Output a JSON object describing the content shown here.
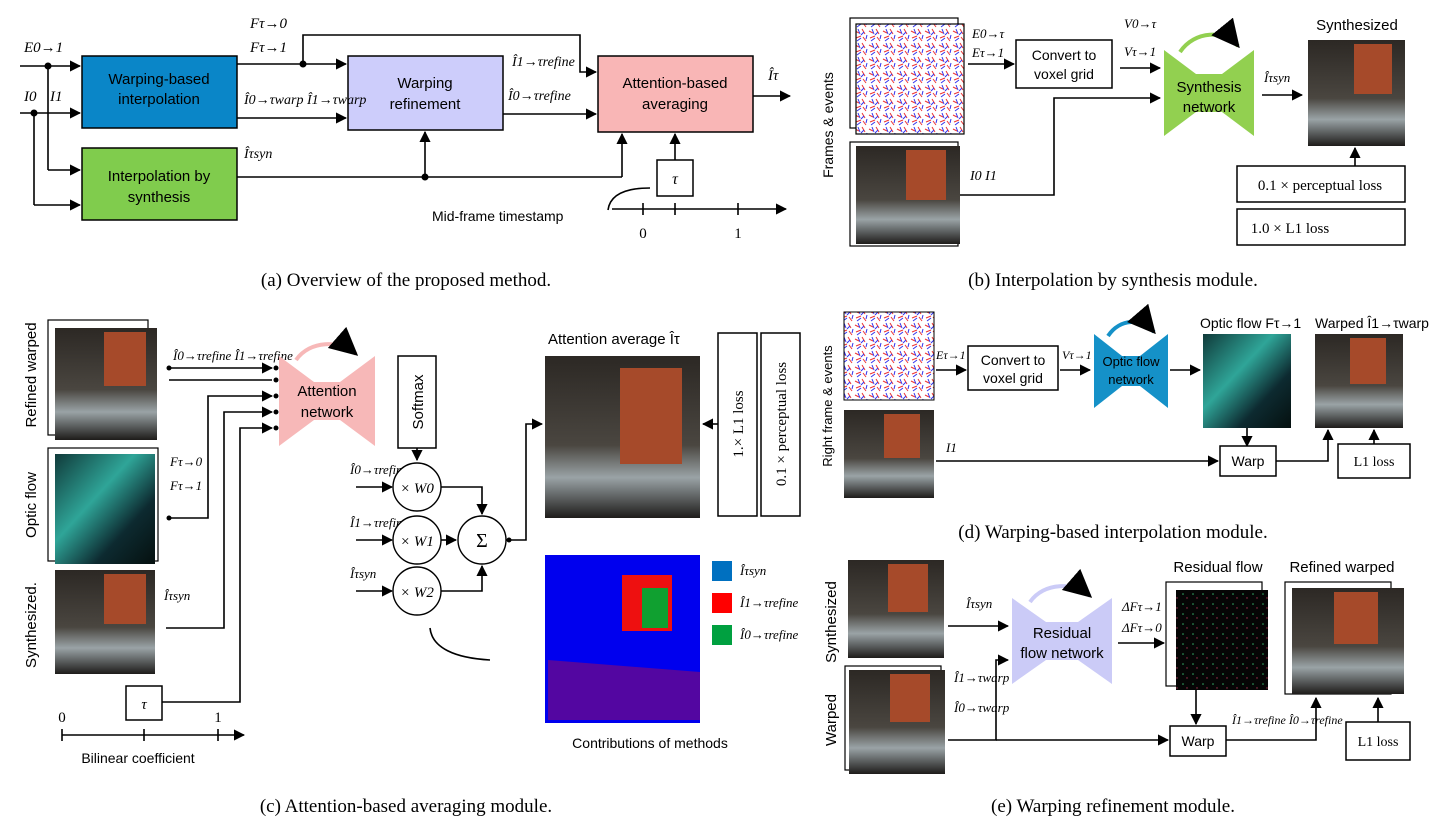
{
  "colors": {
    "warp_box": "#0a86c8",
    "refine_box": "#cdcdfb",
    "attention_box": "#f9b6b6",
    "synthesis_box": "#80cc4d",
    "synth_net": "#92d050",
    "flow_net": "#1591c8",
    "attention_net": "#f7b8b8",
    "residual_net": "#cbcbf7",
    "legend_syn": "#0070c0",
    "legend_refine_1": "#ff0000",
    "legend_refine_0": "#00a040"
  },
  "panel_a": {
    "caption": "(a) Overview of the proposed method.",
    "in_events": "E0→1",
    "in_I0": "I0",
    "in_I1": "I1",
    "warp_box": [
      "Warping-based",
      "interpolation"
    ],
    "synth_box": [
      "Interpolation by",
      "synthesis"
    ],
    "refine_box": [
      "Warping",
      "refinement"
    ],
    "attn_box": [
      "Attention-based",
      "averaging"
    ],
    "flow_labels": [
      "Fτ→0",
      "Fτ→1"
    ],
    "warp_out": "Î0→τwarp Î1→τwarp",
    "syn_out": "Îτsyn",
    "refine_out_1": "Î1→τrefine",
    "refine_out_0": "Î0→τrefine",
    "final_out": "Îτ",
    "tau": "τ",
    "mid_frame": "Mid-frame timestamp",
    "ticks": [
      "0",
      "1"
    ]
  },
  "panel_b": {
    "caption": "(b) Interpolation by synthesis module.",
    "side_label": "Frames & events",
    "events": [
      "E0→τ",
      "Eτ→1"
    ],
    "frames": "I0  I1",
    "voxel_box": [
      "Convert to",
      "voxel grid"
    ],
    "voxels": [
      "V0→τ",
      "Vτ→1"
    ],
    "network": [
      "Synthesis",
      "network"
    ],
    "out": "Îτsyn",
    "out_title": "Synthesized",
    "loss1": "0.1 × perceptual loss",
    "loss2": "1.0 × L1 loss"
  },
  "panel_c": {
    "caption": "(c) Attention-based averaging module.",
    "side_labels": [
      "Refined warped",
      "Optic flow",
      "Synthesized."
    ],
    "refined_inputs": "Î0→τrefine Î1→τrefine",
    "flows": [
      "Fτ→0",
      "Fτ→1"
    ],
    "syn_input": "Îτsyn",
    "network": [
      "Attention",
      "network"
    ],
    "softmax": "Softmax",
    "weight_inputs": [
      "Î0→τrefine",
      "Î1→τrefine",
      "Îτsyn"
    ],
    "weights": [
      "× W0",
      "× W1",
      "× W2"
    ],
    "sum": "Σ",
    "output_title": "Attention average Îτ",
    "loss1": "1.× L1 loss",
    "loss2": "0.1 × perceptual loss",
    "legend": [
      "Îτsyn",
      "Î1→τrefine",
      "Î0→τrefine"
    ],
    "contrib_title": "Contributions of methods",
    "tau": "τ",
    "ticks": [
      "0",
      "1"
    ],
    "axis_label": "Bilinear coefficient"
  },
  "panel_d": {
    "caption": "(d) Warping-based interpolation module.",
    "side_label": "Right frame & events",
    "events": "Eτ→1",
    "voxel_box": [
      "Convert to",
      "voxel grid"
    ],
    "voxel": "Vτ→1",
    "network": [
      "Optic flow",
      "network"
    ],
    "flow_title": "Optic flow Fτ→1",
    "warped_title": "Warped Î1→τwarp",
    "frame": "I1",
    "warp": "Warp",
    "loss": "L1 loss"
  },
  "panel_e": {
    "caption": "(e) Warping refinement module.",
    "side_labels": [
      "Synthesized",
      "Warped"
    ],
    "syn_input": "Îτsyn",
    "warp_inputs": [
      "Î1→τwarp",
      "Î0→τwarp"
    ],
    "network": [
      "Residual",
      "flow network"
    ],
    "residuals": [
      "ΔFτ→1",
      "ΔFτ→0"
    ],
    "residual_title": "Residual flow",
    "refined_title": "Refined warped",
    "warp": "Warp",
    "outputs": "Î1→τrefine Î0→τrefine",
    "loss": "L1 loss"
  }
}
